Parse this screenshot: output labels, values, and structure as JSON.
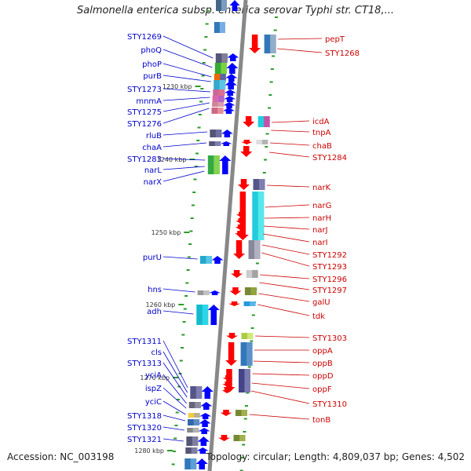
{
  "title": "Salmonella enterica subsp. enterica serovar Typhi str. CT18,...",
  "accession": "Accession: NC_003198",
  "summary": "Topology: circular; Length: 4,809,037 bp; Genes: 4,502",
  "colors": {
    "forward_label": "#0000cc",
    "reverse_label": "#cc0000",
    "forward_arrow": "#0000ff",
    "reverse_arrow": "#ff0000",
    "backbone": "#888888"
  },
  "kbp_marks": [
    "1230 kbp",
    "1240 kbp",
    "1250 kbp",
    "1260 kbp",
    "1270 kbp",
    "1280 kbp"
  ],
  "forward_genes": [
    "STY1269",
    "phoQ",
    "phoP",
    "purB",
    "STY1273",
    "mnmA",
    "STY1275",
    "STY1276",
    "rluB",
    "chaA",
    "STY1283",
    "narL",
    "narX",
    "purU",
    "hns",
    "adh",
    "STY1311",
    "cls",
    "STY1313",
    "yciA",
    "ispZ",
    "yciC",
    "STY1318",
    "STY1320",
    "STY1321"
  ],
  "reverse_genes": [
    "pepT",
    "STY1268",
    "icdA",
    "tnpA",
    "chaB",
    "STY1284",
    "narK",
    "narG",
    "narH",
    "narJ",
    "narI",
    "STY1292",
    "STY1293",
    "STY1296",
    "STY1297",
    "galU",
    "tdk",
    "STY1303",
    "oppA",
    "oppB",
    "oppD",
    "oppF",
    "STY1310",
    "tonB"
  ]
}
